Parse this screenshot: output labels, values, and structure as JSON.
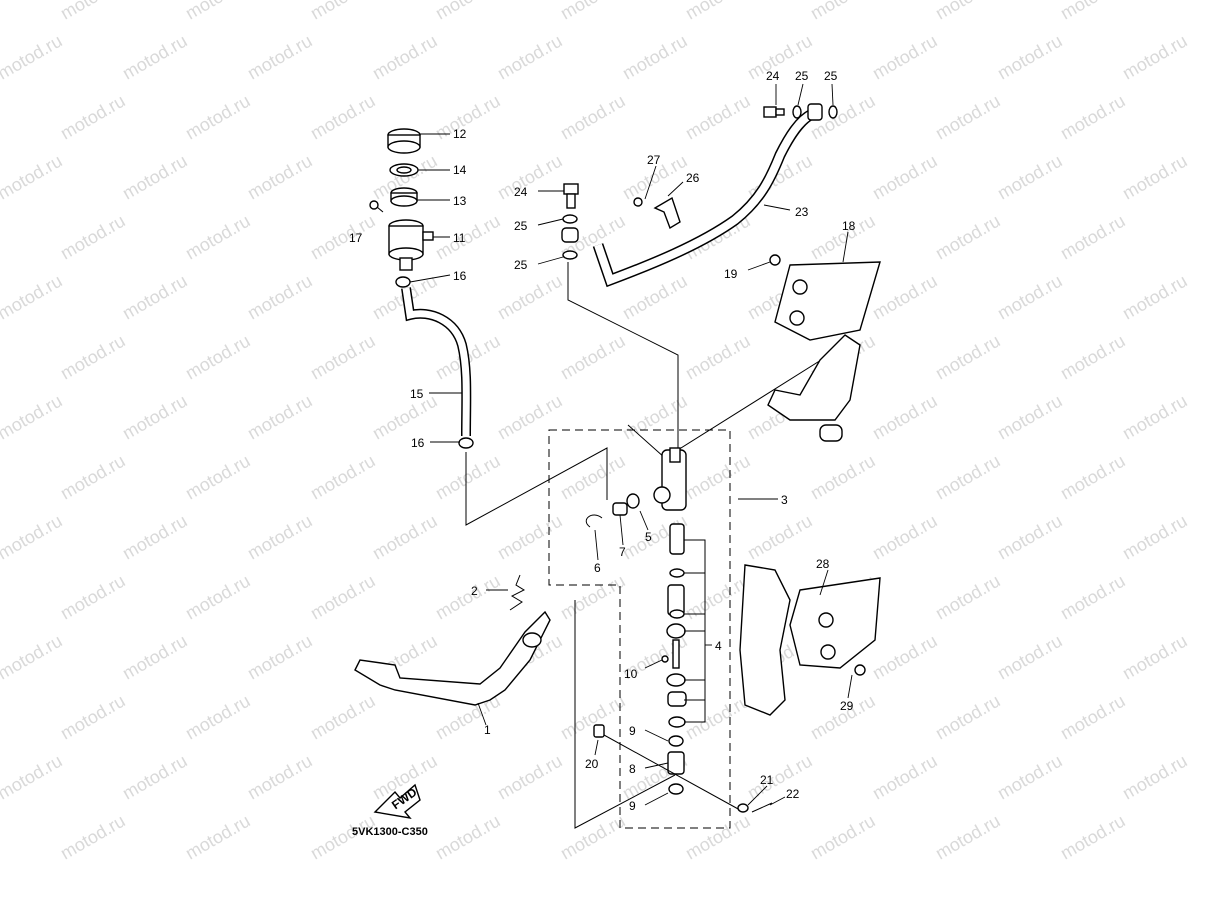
{
  "watermark": "motod.ru",
  "diagram_code": "5VK1300-C350",
  "fwd_label": "FWD",
  "colors": {
    "ink": "#000000",
    "watermark": "#d9d9d9",
    "paper": "#ffffff"
  },
  "callouts": [
    {
      "id": "c12",
      "text": "12"
    },
    {
      "id": "c14",
      "text": "14"
    },
    {
      "id": "c13",
      "text": "13"
    },
    {
      "id": "c17",
      "text": "17"
    },
    {
      "id": "c11",
      "text": "11"
    },
    {
      "id": "c16a",
      "text": "16"
    },
    {
      "id": "c15",
      "text": "15"
    },
    {
      "id": "c16b",
      "text": "16"
    },
    {
      "id": "c24a",
      "text": "24"
    },
    {
      "id": "c25a",
      "text": "25"
    },
    {
      "id": "c25b",
      "text": "25"
    },
    {
      "id": "c24b",
      "text": "24"
    },
    {
      "id": "c25c",
      "text": "25"
    },
    {
      "id": "c25d",
      "text": "25"
    },
    {
      "id": "c27",
      "text": "27"
    },
    {
      "id": "c26",
      "text": "26"
    },
    {
      "id": "c23",
      "text": "23"
    },
    {
      "id": "c18",
      "text": "18"
    },
    {
      "id": "c19",
      "text": "19"
    },
    {
      "id": "c3",
      "text": "3"
    },
    {
      "id": "c5",
      "text": "5"
    },
    {
      "id": "c7",
      "text": "7"
    },
    {
      "id": "c6",
      "text": "6"
    },
    {
      "id": "c2",
      "text": "2"
    },
    {
      "id": "c4",
      "text": "4"
    },
    {
      "id": "c10",
      "text": "10"
    },
    {
      "id": "c9a",
      "text": "9"
    },
    {
      "id": "c8",
      "text": "8"
    },
    {
      "id": "c9b",
      "text": "9"
    },
    {
      "id": "c20",
      "text": "20"
    },
    {
      "id": "c1",
      "text": "1"
    },
    {
      "id": "c21",
      "text": "21"
    },
    {
      "id": "c22",
      "text": "22"
    },
    {
      "id": "c28",
      "text": "28"
    },
    {
      "id": "c29",
      "text": "29"
    }
  ]
}
